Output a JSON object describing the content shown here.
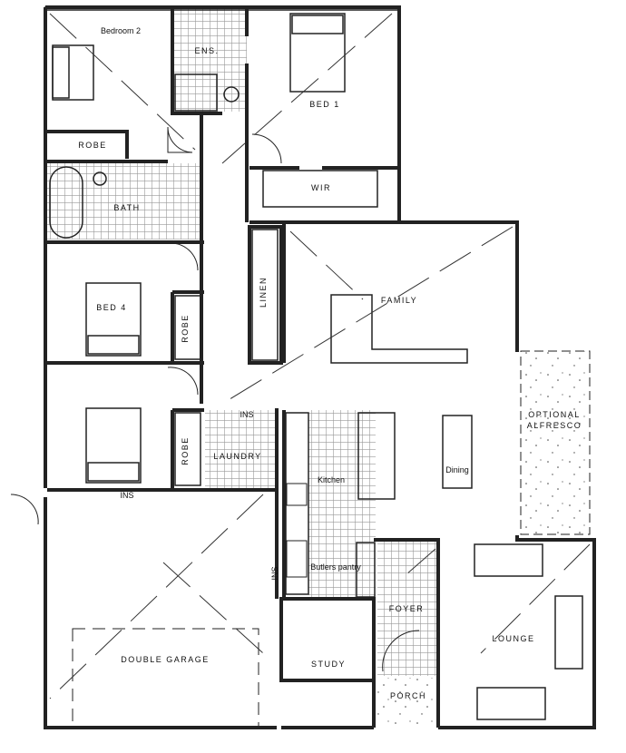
{
  "rooms": {
    "bedroom2": "Bedroom 2",
    "ensuite": "ENS.",
    "bed1": "BED 1",
    "robe_bed2": "ROBE",
    "wir": "WIR",
    "bath": "BATH",
    "linen": "LINEN",
    "bed4": "BED 4",
    "robe_bed4": "ROBE",
    "robe_bed3": "ROBE",
    "family": "FAMILY",
    "laundry": "LAUNDRY",
    "kitchen": "Kitchen",
    "dining": "Dining",
    "alfresco_line1": "OPTIONAL",
    "alfresco_line2": "ALFRESCO",
    "butlers_pantry": "Butlers pantry",
    "foyer": "FOYER",
    "lounge": "LOUNGE",
    "study": "STUDY",
    "porch": "PORCH",
    "garage": "DOUBLE GARAGE"
  },
  "annotations": {
    "ins_laundry": "INS",
    "ins_garage": "INS",
    "ins_side": "INS"
  },
  "colors": {
    "wall": "#222222",
    "tile": "#bbbbbb",
    "background": "#ffffff"
  }
}
